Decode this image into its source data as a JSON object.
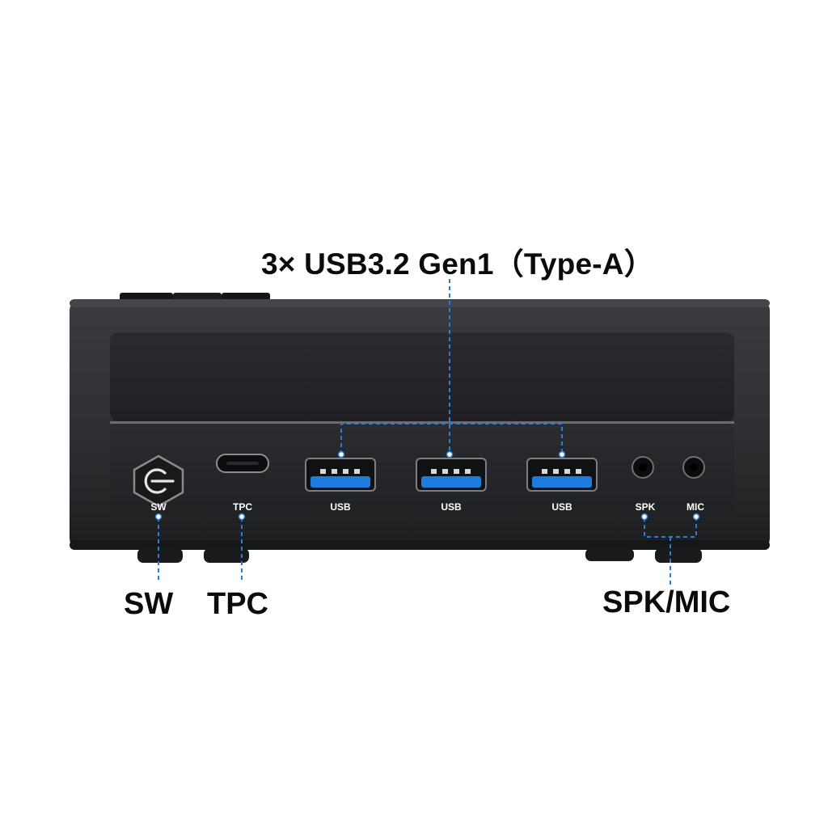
{
  "callouts": {
    "usb": "3× USB3.2 Gen1（Type-A）",
    "sw": "SW",
    "tpc": "TPC",
    "spk_mic": "SPK/MIC"
  },
  "port_labels": {
    "sw": "SW",
    "tpc": "TPC",
    "usb_1": "USB",
    "usb_2": "USB",
    "usb_3": "USB",
    "spk": "SPK",
    "mic": "MIC"
  },
  "colors": {
    "background": "#ffffff",
    "body": "#2f3033",
    "panel": "#232427",
    "usb_blue": "#1e7be0",
    "leader_blue": "#2a7fd4",
    "text_dark": "#0b0b0b"
  },
  "icons": {
    "power": "power-icon"
  }
}
